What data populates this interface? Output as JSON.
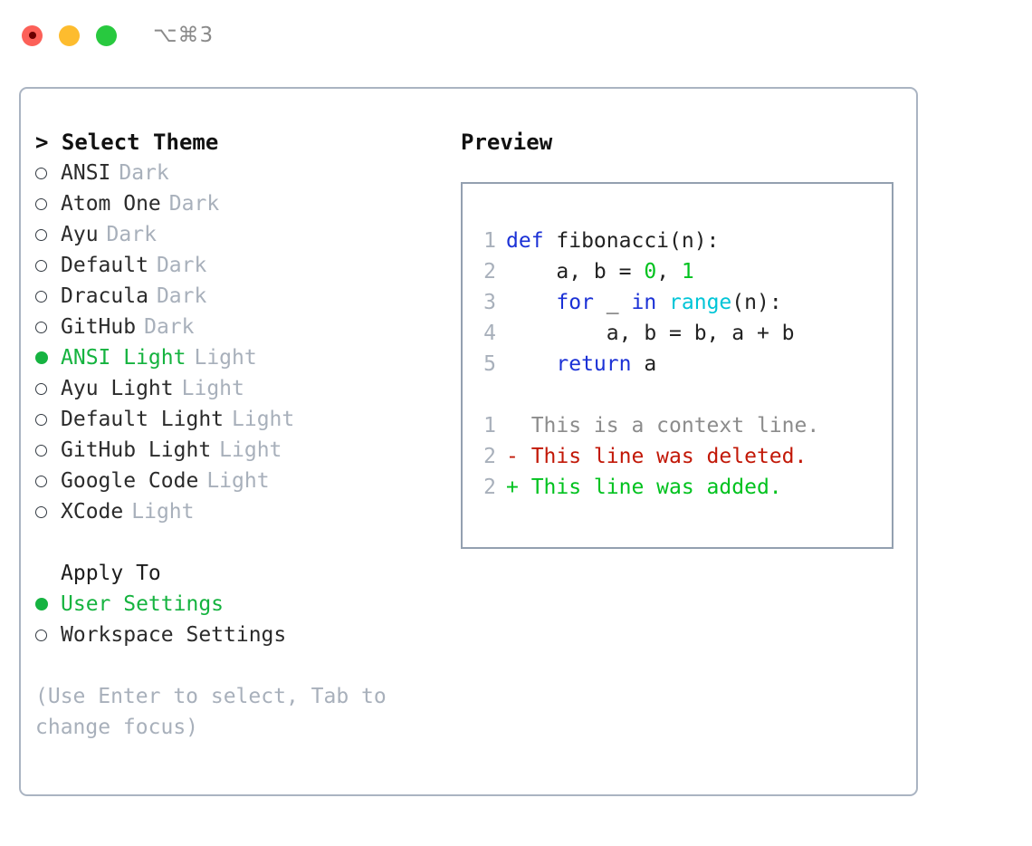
{
  "titlebar": {
    "shortcut": "⌥⌘3",
    "lights": [
      {
        "name": "close-button",
        "color": "#fc6058"
      },
      {
        "name": "minimize-button",
        "color": "#fdbc2e"
      },
      {
        "name": "maximize-button",
        "color": "#28c93f"
      }
    ]
  },
  "theme_panel": {
    "heading": "> Select Theme",
    "items": [
      {
        "marker": "hollow",
        "name": "ANSI",
        "badge": "Dark",
        "selected": false
      },
      {
        "marker": "hollow",
        "name": "Atom One",
        "badge": "Dark",
        "selected": false
      },
      {
        "marker": "hollow",
        "name": "Ayu",
        "badge": "Dark",
        "selected": false
      },
      {
        "marker": "hollow",
        "name": "Default",
        "badge": "Dark",
        "selected": false
      },
      {
        "marker": "hollow",
        "name": "Dracula",
        "badge": "Dark",
        "selected": false
      },
      {
        "marker": "hollow",
        "name": "GitHub",
        "badge": "Dark",
        "selected": false
      },
      {
        "marker": "filled",
        "name": "ANSI Light",
        "badge": "Light",
        "selected": true
      },
      {
        "marker": "hollow",
        "name": "Ayu Light",
        "badge": "Light",
        "selected": false
      },
      {
        "marker": "hollow",
        "name": "Default Light",
        "badge": "Light",
        "selected": false
      },
      {
        "marker": "hollow",
        "name": "GitHub Light",
        "badge": "Light",
        "selected": false
      },
      {
        "marker": "hollow",
        "name": "Google Code",
        "badge": "Light",
        "selected": false
      },
      {
        "marker": "hollow",
        "name": "XCode",
        "badge": "Light",
        "selected": false
      }
    ]
  },
  "apply_to": {
    "heading": "Apply To",
    "options": [
      {
        "marker": "filled",
        "label": "User Settings",
        "selected": true
      },
      {
        "marker": "hollow",
        "label": "Workspace Settings",
        "selected": false
      }
    ]
  },
  "hint": "(Use Enter to select, Tab to change focus)",
  "preview": {
    "title": "Preview",
    "code_lines": [
      {
        "no": "1",
        "tokens": [
          {
            "t": "def",
            "c": "kw"
          },
          {
            "t": " fibonacci(n):",
            "c": ""
          }
        ]
      },
      {
        "no": "2",
        "tokens": [
          {
            "t": "    a, b = ",
            "c": ""
          },
          {
            "t": "0",
            "c": "num"
          },
          {
            "t": ", ",
            "c": ""
          },
          {
            "t": "1",
            "c": "num"
          }
        ]
      },
      {
        "no": "3",
        "tokens": [
          {
            "t": "    ",
            "c": ""
          },
          {
            "t": "for",
            "c": "kw"
          },
          {
            "t": " _ ",
            "c": ""
          },
          {
            "t": "in",
            "c": "kw"
          },
          {
            "t": " ",
            "c": ""
          },
          {
            "t": "range",
            "c": "fn"
          },
          {
            "t": "(n):",
            "c": ""
          }
        ]
      },
      {
        "no": "4",
        "tokens": [
          {
            "t": "        a, b = b, a + b",
            "c": ""
          }
        ]
      },
      {
        "no": "5",
        "tokens": [
          {
            "t": "    ",
            "c": ""
          },
          {
            "t": "return",
            "c": "kw"
          },
          {
            "t": " a",
            "c": ""
          }
        ]
      }
    ],
    "diff_lines": [
      {
        "no": "1",
        "text": "  This is a context line.",
        "kind": "ctx"
      },
      {
        "no": "2",
        "text": "- This line was deleted.",
        "kind": "del"
      },
      {
        "no": "2",
        "text": "+ This line was added.",
        "kind": "add"
      }
    ]
  },
  "colors": {
    "accent_green": "#15b33f",
    "muted": "#a8b0bb",
    "border": "#aab4c2",
    "preview_border": "#93a0b0",
    "keyword_blue": "#1b31d6",
    "function_cyan": "#00c5d7",
    "number_green": "#00c21e",
    "diff_delete_red": "#c21807",
    "diff_add_green": "#00c21e"
  }
}
